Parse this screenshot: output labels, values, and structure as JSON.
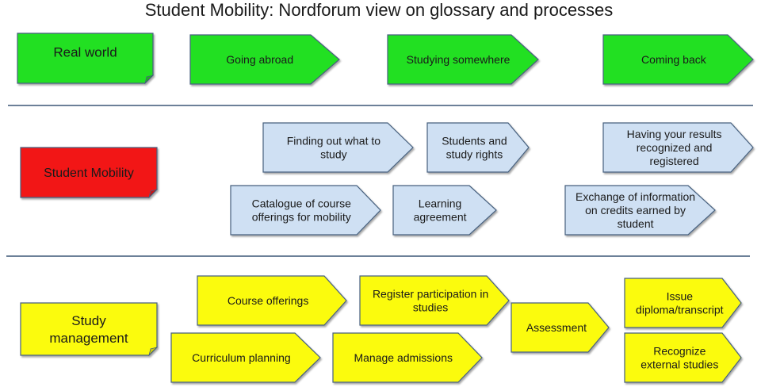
{
  "title": "Student Mobility: Nordforum view on glossary and processes",
  "colors": {
    "green": "#22e022",
    "red": "#f21818",
    "blue": "#cfe0f3",
    "yellow": "#fbfb10",
    "stroke": "#46607e",
    "divider": "#3c5676"
  },
  "rows": {
    "real_world": {
      "label": [
        "Real world"
      ],
      "steps": [
        {
          "id": "going-abroad",
          "lines": [
            "Going abroad"
          ]
        },
        {
          "id": "studying-somewhere",
          "lines": [
            "Studying somewhere"
          ]
        },
        {
          "id": "coming-back",
          "lines": [
            "Coming back"
          ]
        }
      ]
    },
    "student_mobility": {
      "label": [
        "Student Mobility"
      ],
      "steps": [
        {
          "id": "finding-out-what-to-study",
          "lines": [
            "Finding out what to",
            "study"
          ]
        },
        {
          "id": "students-and-study-rights",
          "lines": [
            "Students and",
            "study rights"
          ]
        },
        {
          "id": "having-results-recognized",
          "lines": [
            "Having your results",
            "recognized and",
            "registered"
          ]
        },
        {
          "id": "catalogue-of-course-offerings",
          "lines": [
            "Catalogue of course",
            "offerings for mobility"
          ]
        },
        {
          "id": "learning-agreement",
          "lines": [
            "Learning",
            "agreement"
          ]
        },
        {
          "id": "exchange-of-information",
          "lines": [
            "Exchange of information",
            "on credits earned by",
            "student"
          ]
        }
      ]
    },
    "study_management": {
      "label": [
        "Study",
        "management"
      ],
      "steps": [
        {
          "id": "course-offerings",
          "lines": [
            "Course offerings"
          ]
        },
        {
          "id": "register-participation",
          "lines": [
            "Register participation in",
            "studies"
          ]
        },
        {
          "id": "issue-diploma",
          "lines": [
            "Issue",
            "diploma/transcript"
          ]
        },
        {
          "id": "assessment",
          "lines": [
            "Assessment"
          ]
        },
        {
          "id": "curriculum-planning",
          "lines": [
            "Curriculum planning"
          ]
        },
        {
          "id": "manage-admissions",
          "lines": [
            "Manage admissions"
          ]
        },
        {
          "id": "recognize-external-studies",
          "lines": [
            "Recognize",
            "external studies"
          ]
        }
      ]
    }
  }
}
